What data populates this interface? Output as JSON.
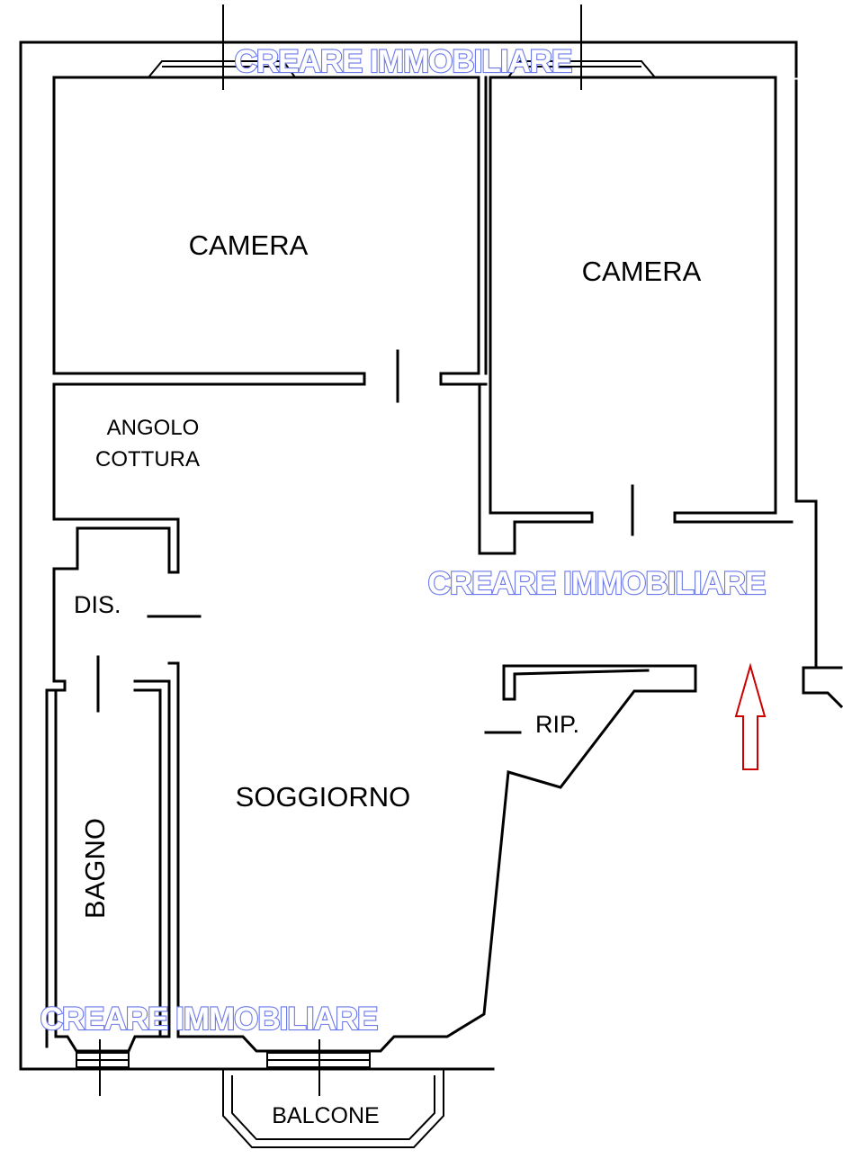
{
  "rooms": {
    "camera_1": "CAMERA",
    "camera_2": "CAMERA",
    "angolo_cottura_line1": "ANGOLO",
    "angolo_cottura_line2": "COTTURA",
    "disimpegno": "DIS.",
    "ripostiglio": "RIP.",
    "soggiorno": "SOGGIORNO",
    "bagno": "BAGNO",
    "balcone": "BALCONE"
  },
  "watermark": {
    "text": "CREARE IMMOBILIARE",
    "color": "#6b78e8"
  },
  "colors": {
    "walls": "#000000",
    "entrance_arrow": "#cc0000"
  },
  "icons": {
    "entrance": "up-arrow-icon"
  }
}
